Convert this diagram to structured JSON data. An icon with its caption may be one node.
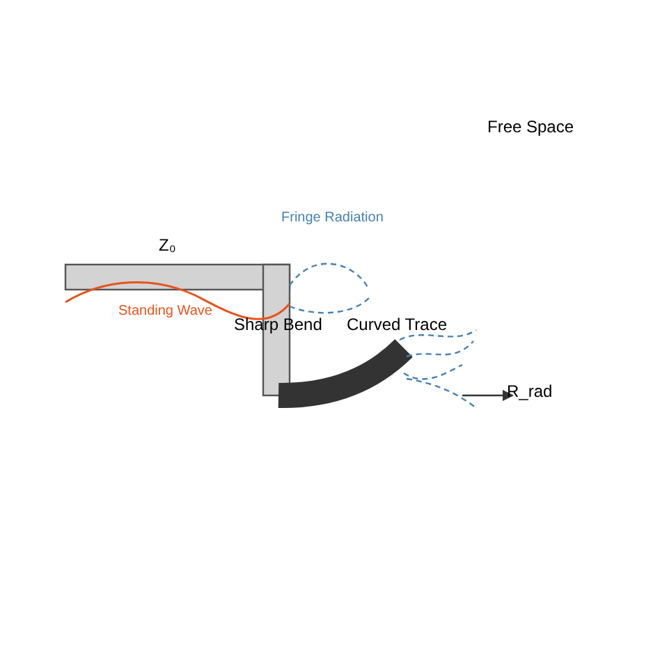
{
  "diagram": {
    "labels": [
      "Free Space",
      "Fringe Radiation",
      "Z₀",
      "Standing Wave",
      "Sharp Bend",
      "Curved Trace",
      "R_rad"
    ]
  }
}
